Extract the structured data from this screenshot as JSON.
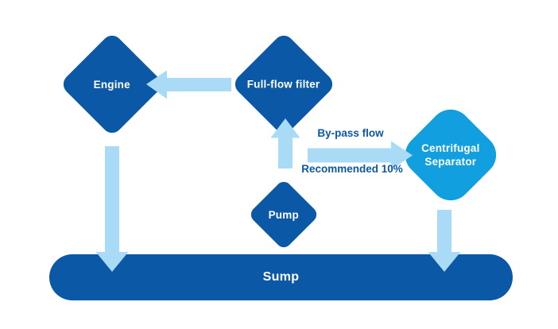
{
  "diagram": {
    "title_semantic": "engine-oil-flow-diagram",
    "nodes": {
      "engine": {
        "label": "Engine",
        "shape": "diamond",
        "color_key": "dark_blue"
      },
      "full_flow_filter": {
        "label": "Full-flow filter",
        "shape": "diamond",
        "color_key": "dark_blue"
      },
      "pump": {
        "label": "Pump",
        "shape": "diamond",
        "color_key": "dark_blue"
      },
      "centrifugal_separator": {
        "label_line1": "Centrifugal",
        "label_line2": "Separator",
        "shape": "rounded-diamond",
        "color_key": "bright_blue"
      },
      "sump": {
        "label": "Sump",
        "shape": "rounded-bar",
        "color_key": "dark_blue"
      }
    },
    "annotations": {
      "bypass_flow": "By-pass flow",
      "recommended": "Recommended 10%"
    },
    "arrows": [
      {
        "name": "arrow-filter-to-engine",
        "from": "full_flow_filter",
        "to": "engine",
        "direction": "left"
      },
      {
        "name": "arrow-pump-to-filter",
        "from": "pump",
        "to": "full_flow_filter",
        "direction": "up"
      },
      {
        "name": "arrow-bypass-to-separator",
        "from": "pump",
        "to": "centrifugal_separator",
        "direction": "right"
      },
      {
        "name": "arrow-engine-to-sump",
        "from": "engine",
        "to": "sump",
        "direction": "down"
      },
      {
        "name": "arrow-separator-to-sump",
        "from": "centrifugal_separator",
        "to": "sump",
        "direction": "down"
      }
    ]
  },
  "colors": {
    "dark_blue": "#0B58A7",
    "bright_blue": "#119FE0",
    "pale_blue": "#A9DBF6",
    "background": "#FFFFFF",
    "node_text": "#FFFFFF",
    "label_text": "#0B58A7"
  }
}
